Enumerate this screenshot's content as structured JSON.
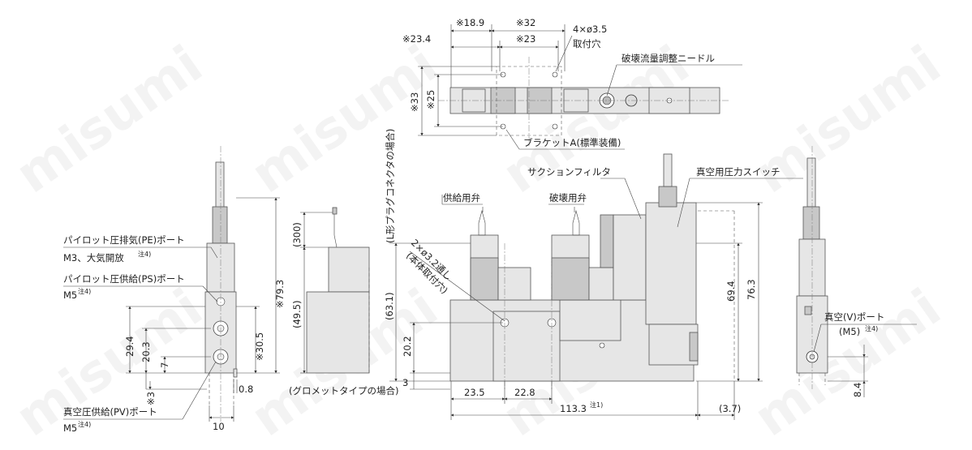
{
  "watermark": "misumi",
  "left_view": {
    "pe_port_label": "パイロット圧排気(PE)ポート",
    "pe_port_sub": "M3、大気開放",
    "pe_port_note": "注4)",
    "ps_port_label": "パイロット圧供給(PS)ポート",
    "ps_port_sub": "M5",
    "ps_port_note": "注4)",
    "pv_port_label": "真空圧供給(PV)ポート",
    "pv_port_sub": "M5",
    "pv_port_note": "注4)",
    "dims": [
      "29.4",
      "20.3",
      "7",
      "※3",
      "0.8",
      "10",
      "※30.5",
      "※79.3"
    ]
  },
  "grommet_view": {
    "dims": [
      "(300)",
      "(49.5)"
    ],
    "caption": "(グロメットタイプの場合)"
  },
  "top_view": {
    "dims": [
      "※18.9",
      "※32",
      "※23.4",
      "※23",
      "※33",
      "※25"
    ],
    "mount_hole": "4×ø3.5",
    "mount_hole_sub": "取付穴",
    "needle_label": "破壊流量調整ニードル",
    "bracket_label": "ブラケットA(標準装備)"
  },
  "front_view": {
    "l_plug_label": "(L形プラグコネクタの場合)",
    "supply_valve": "供給用弁",
    "release_valve": "破壊用弁",
    "filter_label": "サクションフィルタ",
    "switch_label": "真空用圧力スイッチ",
    "through_hole": "2×ø3.2通し",
    "through_hole_sub": "(本体取付穴)",
    "dims": [
      "(63.1)",
      "20.2",
      "3",
      "23.5",
      "22.8",
      "113.3",
      "(3.7)",
      "69.4",
      "76.3"
    ],
    "overall_note": "注1)"
  },
  "right_view": {
    "vacuum_port": "真空(V)ポート",
    "vacuum_port_sub": "(M5)",
    "vacuum_port_note": "注4)",
    "dims": [
      "8.4"
    ]
  }
}
